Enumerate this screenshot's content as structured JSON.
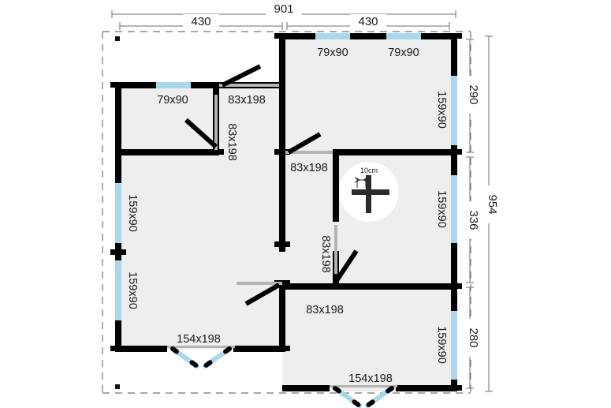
{
  "plan": {
    "type": "architectural-floor-plan",
    "units": "cm",
    "wall_thickness_callout": "10cm",
    "colors": {
      "wall": "#000000",
      "window": "#a9d8ec",
      "floor_fill": "#eeeeee",
      "outline_dashed": "#8a8a8a",
      "dimension_line": "#6e6e6e",
      "door_sill": "#b0b0b0",
      "text": "#1a1a1a",
      "background": "#ffffff"
    },
    "dimensions": {
      "top_total": "901",
      "top_left_segment": "430",
      "top_right_segment": "430",
      "right_total": "954",
      "right_top_segment": "290",
      "right_middle_segment": "336",
      "right_bottom_segment": "280"
    },
    "openings": {
      "top_wall_window_1": "79x90",
      "top_wall_window_2": "79x90",
      "upper_left_window": "79x90",
      "right_wall_window_top": "159x90",
      "right_wall_window_middle": "159x90",
      "right_wall_window_bottom": "159x90",
      "left_wall_window_upper": "159x90",
      "left_wall_window_lower": "159x90",
      "interior_door_top_left": "83x198",
      "interior_door_left_vertical": "83x198",
      "interior_door_center": "83x198",
      "interior_door_vertical_mid": "83x198",
      "interior_door_lower": "83x198",
      "entry_door_bottom_left": "154x198",
      "entry_door_bottom_right": "154x198"
    }
  }
}
